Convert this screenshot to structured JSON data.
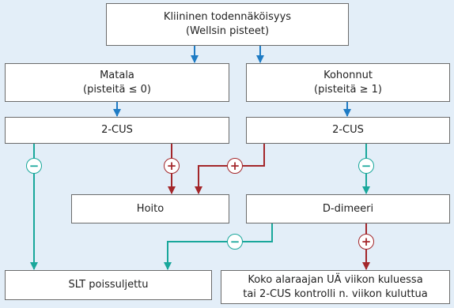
{
  "colors": {
    "background": "#e3eef8",
    "neutral_arrow": "#1e7bc4",
    "positive": "#a3262a",
    "negative": "#19a79b"
  },
  "nodes": {
    "clinical": {
      "line1": "Kliininen todennäköisyys",
      "line2": "(Wellsin pisteet)"
    },
    "low": {
      "line1": "Matala",
      "line2": "(pisteitä ≤ 0)"
    },
    "high": {
      "line1": "Kohonnut",
      "line2": "(pisteitä ≥ 1)"
    },
    "cus_left": {
      "label": "2-CUS"
    },
    "cus_right": {
      "label": "2-CUS"
    },
    "treatment": {
      "label": "Hoito"
    },
    "ddimer": {
      "label": "D-dimeeri"
    },
    "excluded": {
      "label": "SLT poissuljettu"
    },
    "followup": {
      "line1": "Koko alaraajan UÄ viikon kuluessa",
      "line2": "tai 2-CUS kontrolli n. viikon kuluttua"
    }
  },
  "results": {
    "positive": "+",
    "negative": "−"
  }
}
